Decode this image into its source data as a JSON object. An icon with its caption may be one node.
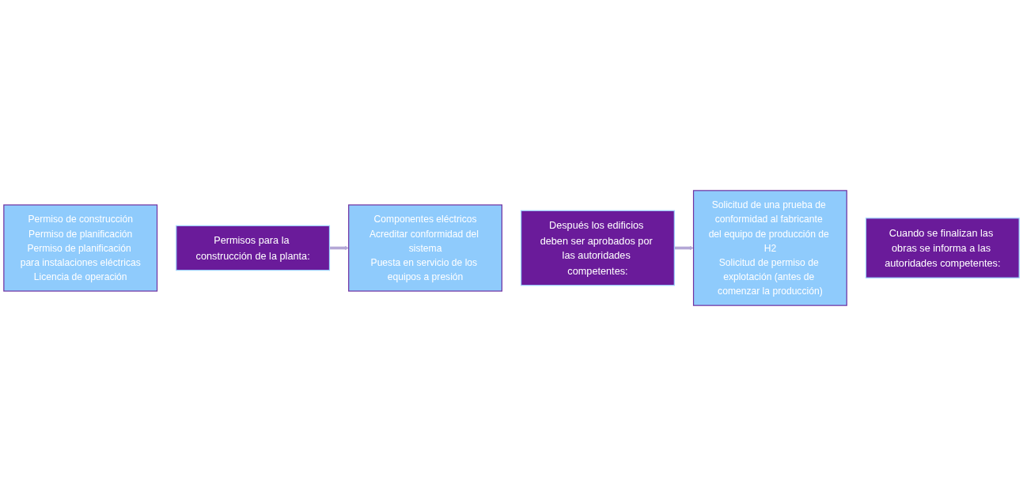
{
  "diagram": {
    "nodes": [
      {
        "text": [
          "Permiso de construcción",
          "Permiso de planificación",
          "Permiso de planificación para instalaciones eléctricas",
          "Licencia de operación"
        ]
      },
      {
        "text": [
          "Permisos para la construcción de la planta:"
        ]
      },
      {
        "text": [
          "Después los edificios deben ser aprobados por las autoridades competentes:"
        ]
      },
      {
        "text": [
          "Componentes eléctricos",
          "Acreditar conformidad del sistema",
          "Puesta en servicio de los equipos a presión"
        ]
      },
      {
        "text": [
          "Solicitud de una prueba de conformidad al fabricante del equipo de producción de H2",
          "Solicitud de permiso de explotación (antes de comenzar la producción)"
        ]
      },
      {
        "text": [
          "Cuando se finalizan las obras se informa a las autoridades competentes:"
        ]
      }
    ],
    "edges": [
      {
        "from": 1,
        "to": 3,
        "arrow": "to"
      },
      {
        "from": 2,
        "to": 4,
        "arrow": "to"
      }
    ]
  }
}
